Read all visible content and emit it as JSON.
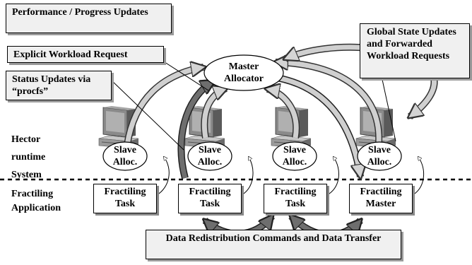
{
  "callouts": {
    "performance": "Performance / Progress Updates",
    "explicit": "Explicit Workload Request",
    "status": "Status Updates via “procfs”",
    "global": "Global State Updates and Forwarded Workload Requests",
    "data": "Data Redistribution Commands and Data Transfer"
  },
  "master": "Master Allocator",
  "layers": {
    "hector": "Hector runtime System",
    "fractiling": "Fractiling Application"
  },
  "slaves": [
    "Slave Alloc.",
    "Slave Alloc.",
    "Slave Alloc.",
    "Slave Alloc."
  ],
  "tasks": [
    "Fractiling Task",
    "Fractiling Task",
    "Fractiling Task",
    "Fractiling Master"
  ],
  "icons": {
    "workstation": "workstation-icon"
  },
  "colors": {
    "callout_bg": "#f0f0f0",
    "arrow_light": "#cfcfcf",
    "arrow_dark": "#6e6e6e"
  }
}
